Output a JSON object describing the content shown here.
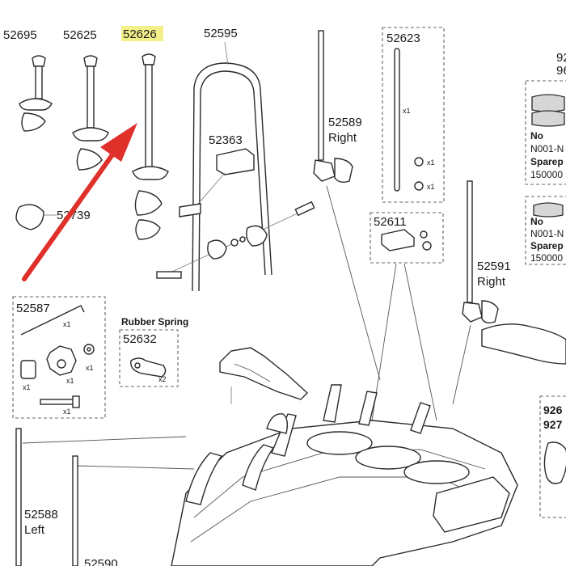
{
  "highlight_color": "#f3f08a",
  "arrow_color": "#e0302a",
  "labels": {
    "p52695": "52695",
    "p52625": "52625",
    "p52626": "52626",
    "p52595": "52595",
    "p52623": "52623",
    "p92_partial": "92",
    "p96_partial": "96",
    "p52363": "52363",
    "p52589": "52589",
    "p52589_side": "Right",
    "p52739": "52739",
    "p52611": "52611",
    "p52591": "52591",
    "p52591_side": "Right",
    "p52587": "52587",
    "rubber_spring_title": "Rubber Spring",
    "p52632": "52632",
    "p52588": "52588",
    "p52588_side": "Left",
    "p52590_partial": "52590",
    "p926_partial": "926",
    "p927_partial": "927"
  },
  "quantities": {
    "x1": "x1",
    "x2": "x2"
  },
  "side_panel": {
    "no_1": "No",
    "code_1": "N001-N",
    "spare_1": "Sparep",
    "num_1": "150000",
    "no_2": "No",
    "code_2": "N001-N",
    "spare_2": "Sparep",
    "num_2": "150000"
  }
}
